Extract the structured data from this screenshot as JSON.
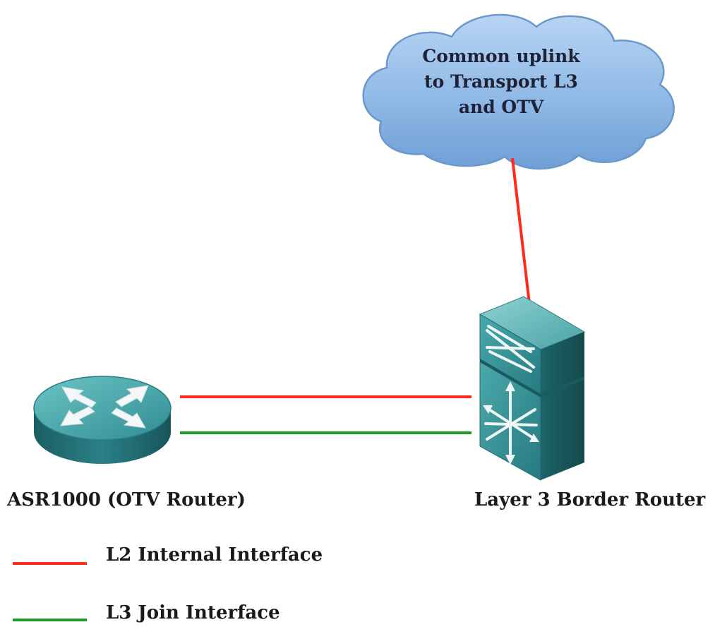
{
  "cloud": {
    "lines": [
      "Common uplink",
      "to Transport L3",
      "and OTV"
    ]
  },
  "devices": {
    "otv_router_label": "ASR1000 (OTV Router)",
    "border_router_label": "Layer 3 Border Router"
  },
  "legend": {
    "l2": {
      "label": "L2 Internal Interface",
      "color": "#ff2a1a"
    },
    "l3": {
      "label": "L3 Join Interface",
      "color": "#1f9a2a"
    }
  },
  "colors": {
    "cloud_fill": "#8fb9e6",
    "cloud_stroke": "#5f8fc6",
    "device_teal": "#2e8a8f",
    "device_teal_dark": "#1f6a70"
  },
  "icons": {
    "otv_router": "router-icon",
    "border_router": "multilayer-switch-icon",
    "cloud": "cloud-icon"
  }
}
